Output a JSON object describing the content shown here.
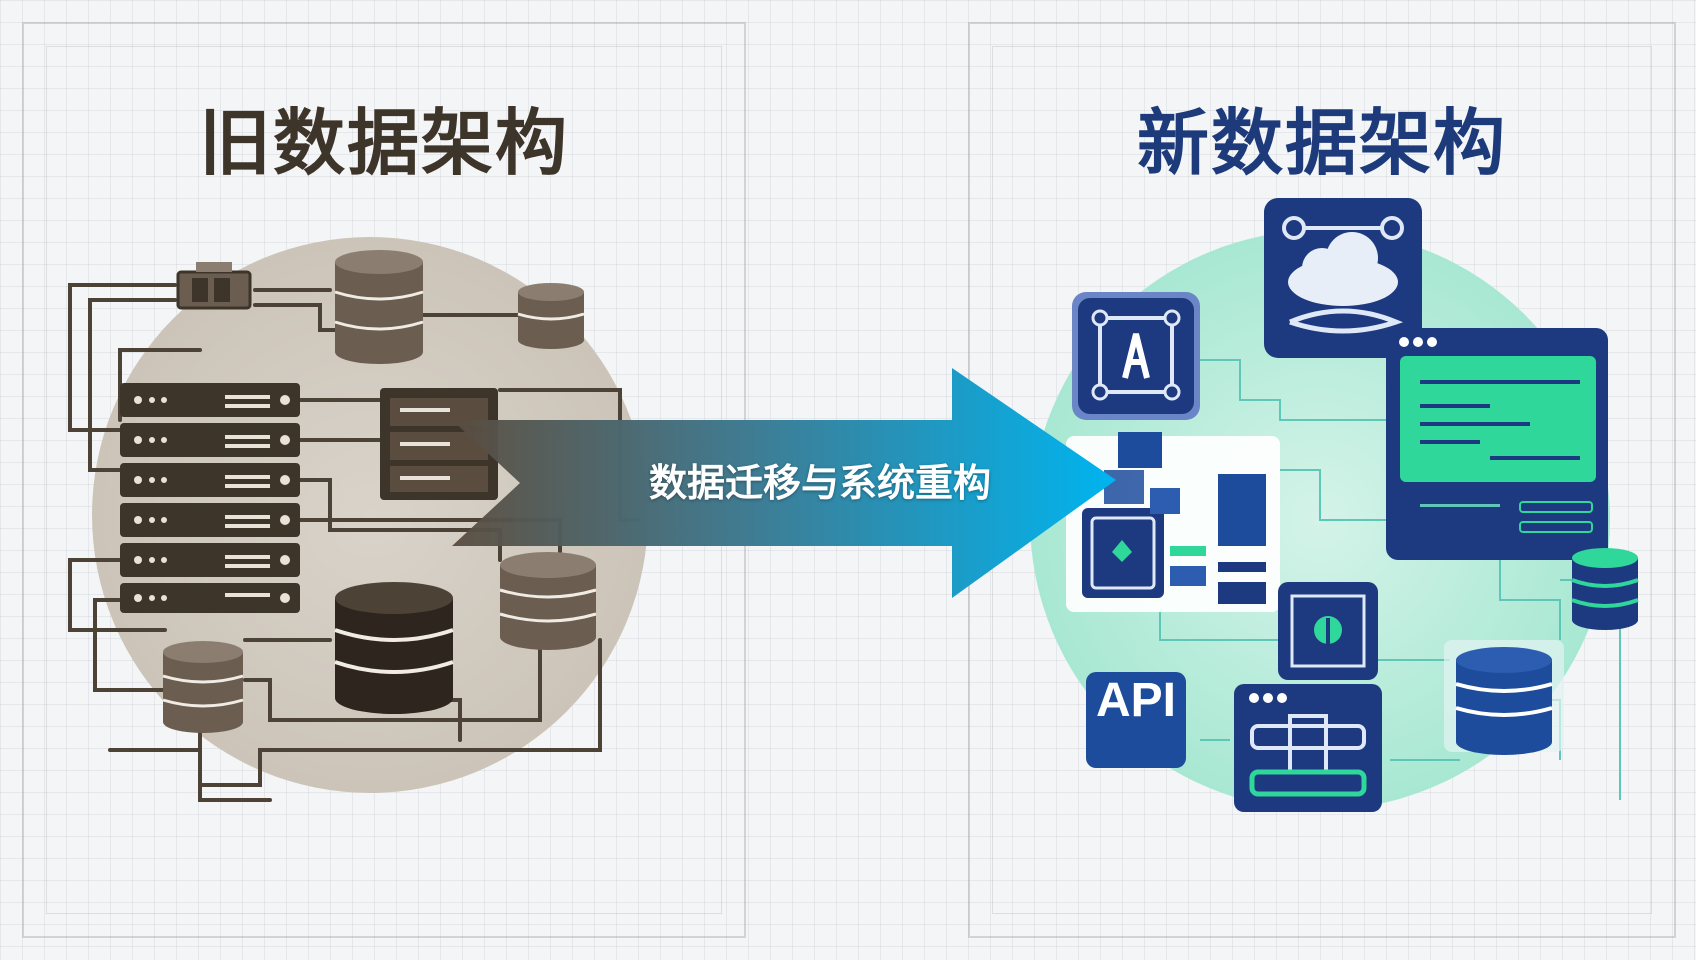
{
  "panels": {
    "old": {
      "title": "旧数据架构",
      "accent": "#6b5e50"
    },
    "new": {
      "title": "新数据架构",
      "accent": "#1d3a7a"
    }
  },
  "transition": {
    "label": "数据迁移与系统重构",
    "color": "#00b4ef"
  },
  "new_components": {
    "api_label": "API"
  },
  "colors": {
    "legacy_brown": "#5a4c3e",
    "modern_navy": "#1d3a80",
    "modern_green": "#2fd79a",
    "modern_bg": "#bfeedd"
  }
}
